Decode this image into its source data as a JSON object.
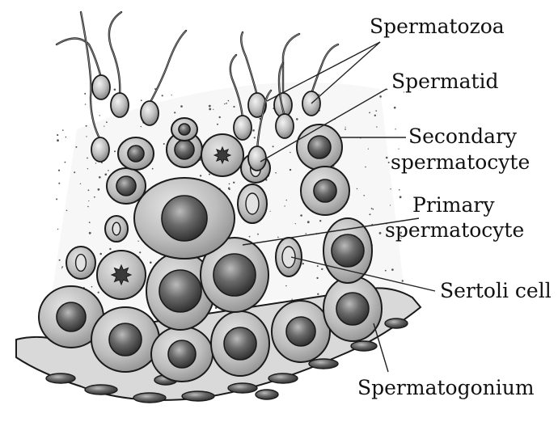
{
  "labels": {
    "spermatozoa": "Spermatozoa",
    "spermatid": "Spermatid",
    "secondary_line1": "Secondary",
    "secondary_line2": "spermatocyte",
    "primary_line1": "Primary",
    "primary_line2": "spermatocyte",
    "sertoli": "Sertoli cell",
    "spermatogonium": "Spermatogonium"
  },
  "colors": {
    "cell_fill": "#bdbdbd",
    "cell_fill_dark": "#9a9a9a",
    "nucleus_fill": "#555555",
    "outline": "#1a1a1a",
    "background": "#ffffff"
  }
}
